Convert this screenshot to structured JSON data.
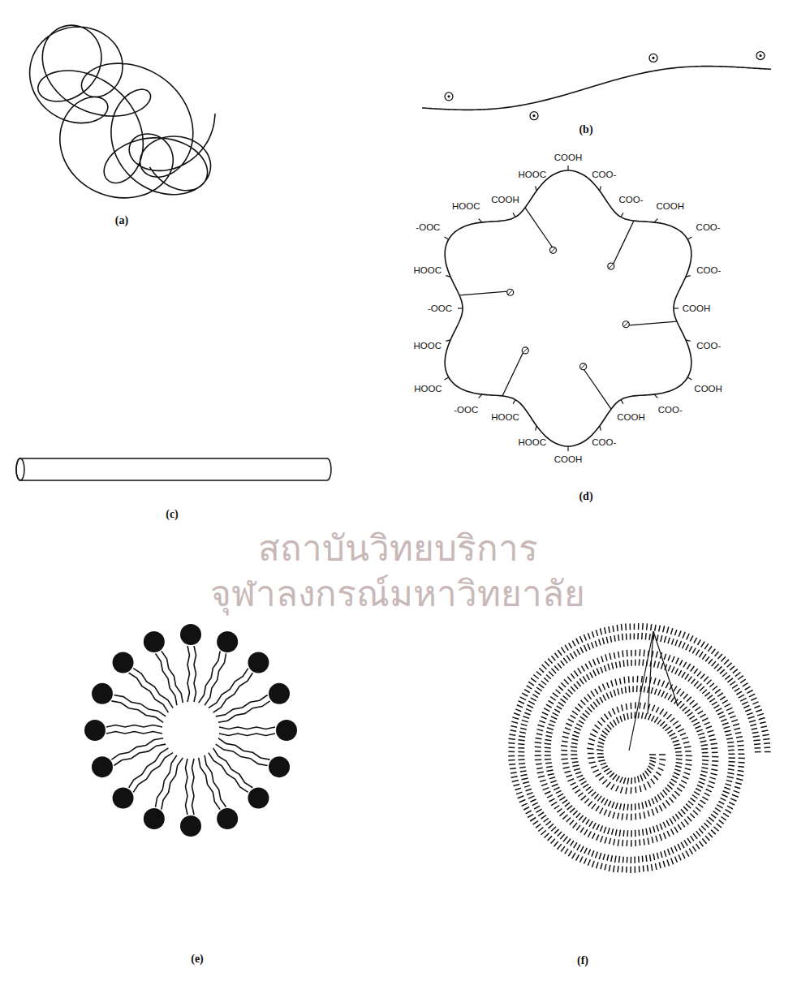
{
  "diagram": {
    "labels": [
      "(a)",
      "(b)",
      "(c)",
      "(d)",
      "(e)",
      "(f)",
      "COOH",
      "COO-",
      "COO-",
      "COOH",
      "COO-",
      "COO-",
      "COOH",
      "COO-",
      "COOH",
      "COO-",
      "COOH",
      "COO-",
      "COOH",
      "HOOC",
      "HOOC",
      "-OOC",
      "HOOC",
      "HOOC",
      "-OOC",
      "HOOC",
      "-OOC",
      "HOOC",
      "COOH",
      "HOOC",
      "สถาบันวิทยบริการ",
      "จุฬาลงกรณ์มหาวิทยาลัย"
    ]
  }
}
